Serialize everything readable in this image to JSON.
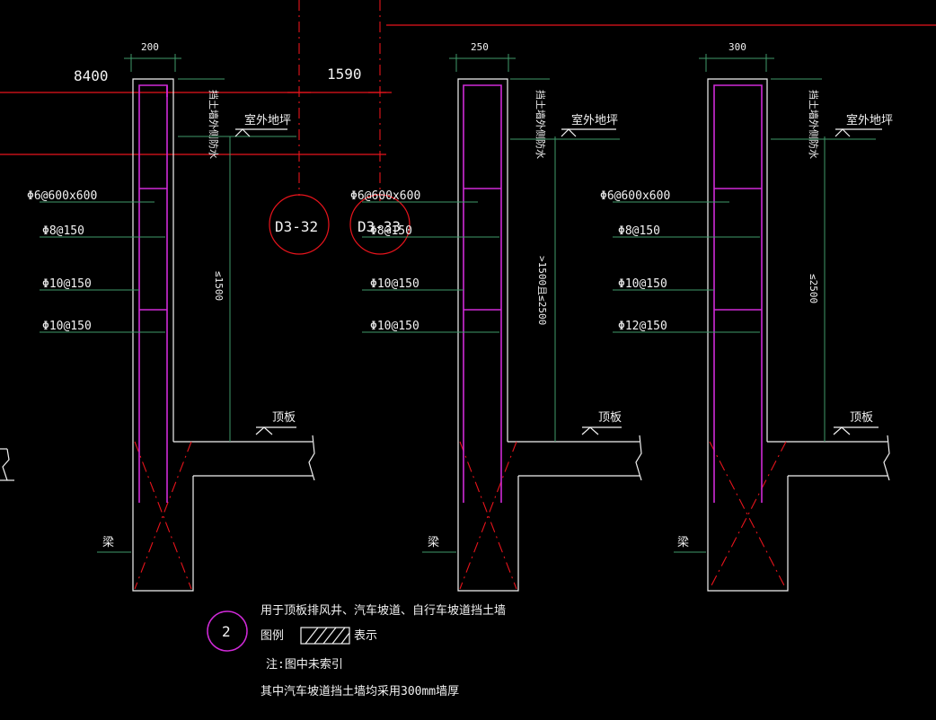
{
  "grid_axes": {
    "label_left": "8400",
    "label_right": "1590",
    "bubble_1": "D3-32",
    "bubble_2": "D3-33"
  },
  "walls": [
    {
      "thickness": "200",
      "annotation": "挡土墙外侧防水",
      "outdoor_label": "室外地坪",
      "height_label": "≤1500",
      "roof_label": "顶板",
      "beam_label": "梁",
      "rebar": [
        "Φ6@600x600",
        "Φ8@150",
        "Φ10@150",
        "Φ10@150"
      ]
    },
    {
      "thickness": "250",
      "annotation": "挡土墙外侧防水",
      "outdoor_label": "室外地坪",
      "height_label": ">1500且≤2500",
      "roof_label": "顶板",
      "beam_label": "梁",
      "rebar": [
        "Φ6@600x600",
        "Φ8@150",
        "Φ10@150",
        "Φ10@150"
      ]
    },
    {
      "thickness": "300",
      "annotation": "挡土墙外侧防水",
      "outdoor_label": "室外地坪",
      "height_label": "≤2500",
      "roof_label": "顶板",
      "beam_label": "梁",
      "rebar": [
        "Φ6@600x600",
        "Φ8@150",
        "Φ10@150",
        "Φ12@150"
      ]
    }
  ],
  "legend": {
    "number": "2",
    "line1": "用于顶板排风井、汽车坡道、自行车坡道挡土墙",
    "legend_label": "图例",
    "legend_suffix": "表示",
    "note1": "注:图中未索引",
    "note2": "其中汽车坡道挡土墙均采用300mm墙厚"
  },
  "colors": {
    "background": "#000000",
    "wall": "#f2f2f2",
    "rebar": "#d02ad8",
    "axis": "#e8141c",
    "leader": "#3f9a6a"
  }
}
